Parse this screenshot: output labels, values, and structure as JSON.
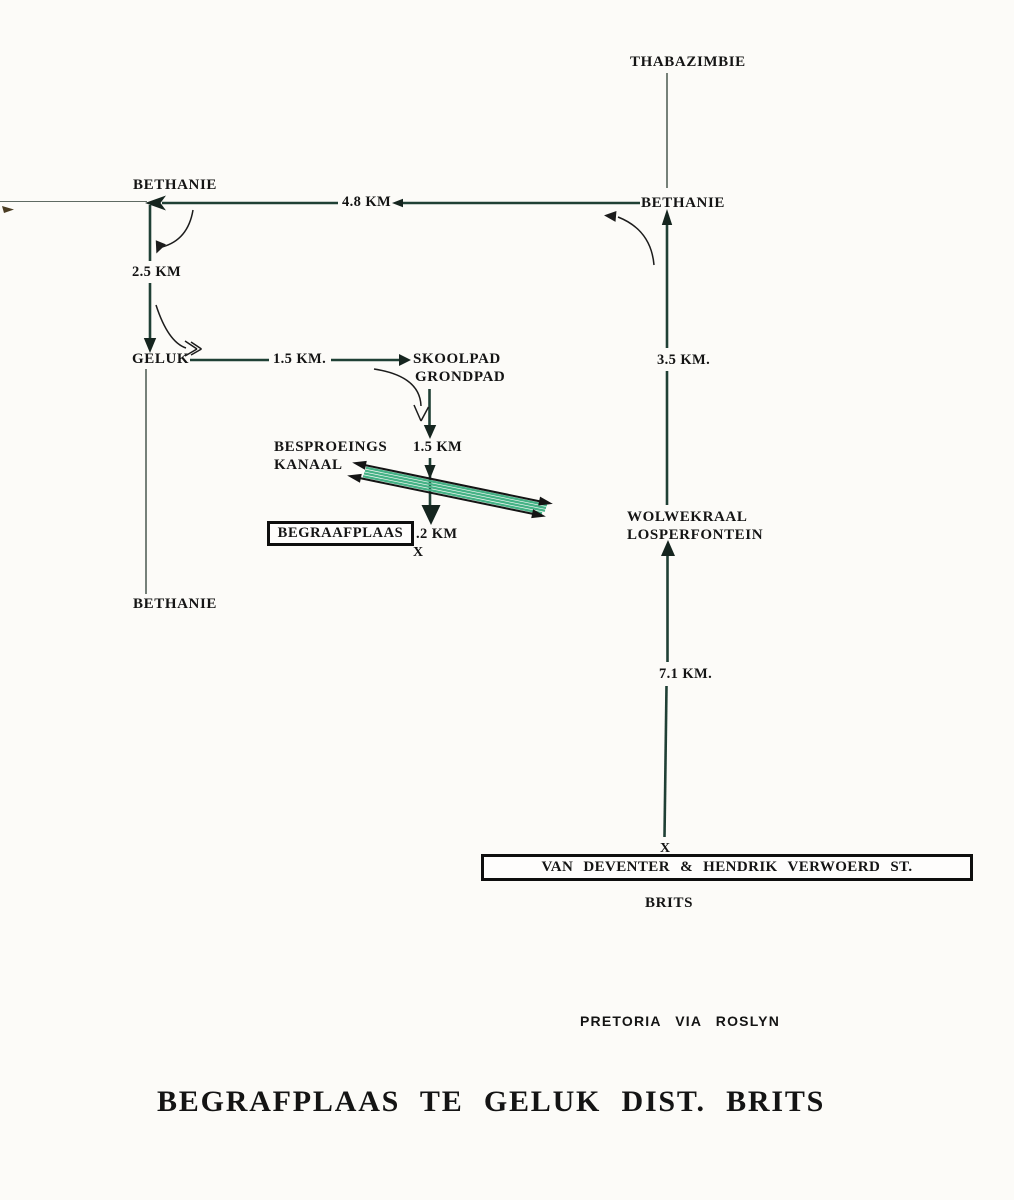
{
  "map": {
    "title": "BEGRAFPLAAS TE GELUK DIST. BRITS",
    "places": {
      "thabazimbie": "THABAZIMBIE",
      "bethanie_top_left": "BETHANIE",
      "bethanie_right": "BETHANIE",
      "bethanie_bottom": "BETHANIE",
      "geluk": "GELUK",
      "skoolpad": "SKOOLPAD",
      "grondpad": "GRONDPAD",
      "besproeings": "BESPROEINGS",
      "kanaal": "KANAAL",
      "begraafplaas": "BEGRAAFPLAAS",
      "wolwekraal": "WOLWEKRAAL",
      "losperfontein": "LOSPERFONTEIN",
      "street": "VAN DEVENTER & HENDRIK VERWOERD ST.",
      "brits": "BRITS",
      "pretoria_note": "PRETORIA VIA ROSLYN"
    },
    "distances": {
      "top": "4.8 KM",
      "left_vertical": "2.5 KM",
      "geluk_skoolpad": "1.5 KM.",
      "right_upper": "3.5 KM.",
      "skoolpad_down": "1.5 KM",
      "to_cemetery": ".2 KM",
      "brits_up": "7.1  KM."
    },
    "markers": {
      "x_cemetery": "X",
      "x_brits": "X"
    },
    "colors": {
      "route": "#1f4035",
      "canal": "#45b286",
      "ink": "#141414",
      "paper": "#fcfbf8"
    }
  }
}
